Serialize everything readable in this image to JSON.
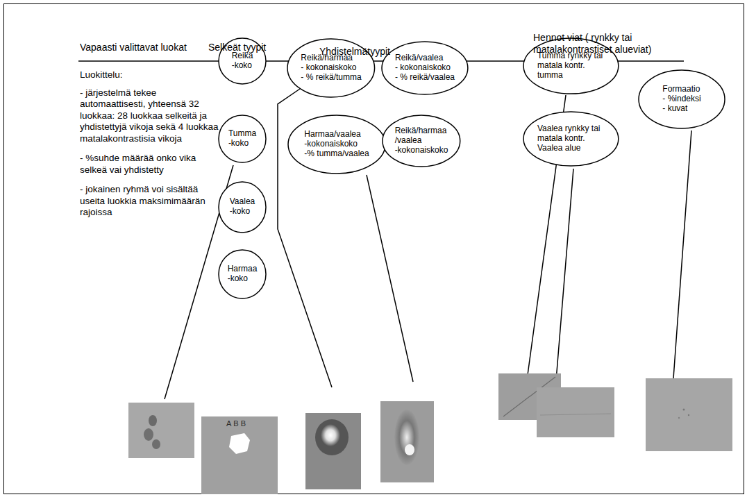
{
  "diagram": {
    "nodes": [
      {
        "text": [
          "Reikä",
          "-koko"
        ]
      },
      {
        "text": [
          "Tumma",
          "-koko"
        ]
      },
      {
        "text": [
          "Vaalea",
          "-koko"
        ]
      },
      {
        "text": [
          "Harmaa",
          "-koko"
        ]
      },
      {
        "text": [
          "Reikä/harmaa",
          "- kokonaiskoko",
          "- % reikä/tumma"
        ]
      },
      {
        "text": [
          "Harmaa/vaalea",
          "-kokonaiskoko",
          "-% tumma/vaalea"
        ]
      },
      {
        "text": [
          "Reikä/vaalea",
          "- kokonaiskoko",
          "- % reikä/vaalea"
        ]
      },
      {
        "text": [
          "Reikä/harmaa",
          "/vaalea",
          "-kokonaiskoko"
        ]
      },
      {
        "text": [
          "Tumma rynkky tai matala kontr. tumma"
        ]
      },
      {
        "text": [
          "Vaalea rynkky tai matala kontr. Vaalea alue"
        ]
      },
      {
        "text": [
          "Formaatio",
          "- %indeksi",
          "- kuvat"
        ]
      }
    ],
    "labels": [
      "Vapaasti valittavat luokat",
      "Selkeät tyypit",
      "Yhdistelmätyypit",
      "Hennot viat ( rynkky tai matalakontrastiset alueviat)",
      "Luokittelu:",
      "- järjestelmä tekee automaattisesti, yhteensä 32 luokkaa: 28 luokkaa selkeitä ja yhdistettyjä vikoja sekä 4 luokkaa matalakontrastisia vikoja",
      "- %suhde määrää onko vika selkeä vai yhdistetty",
      "- jokainen ryhmä voi sisältää useita luokkia maksimimäärän rajoissa",
      "ABB"
    ]
  }
}
